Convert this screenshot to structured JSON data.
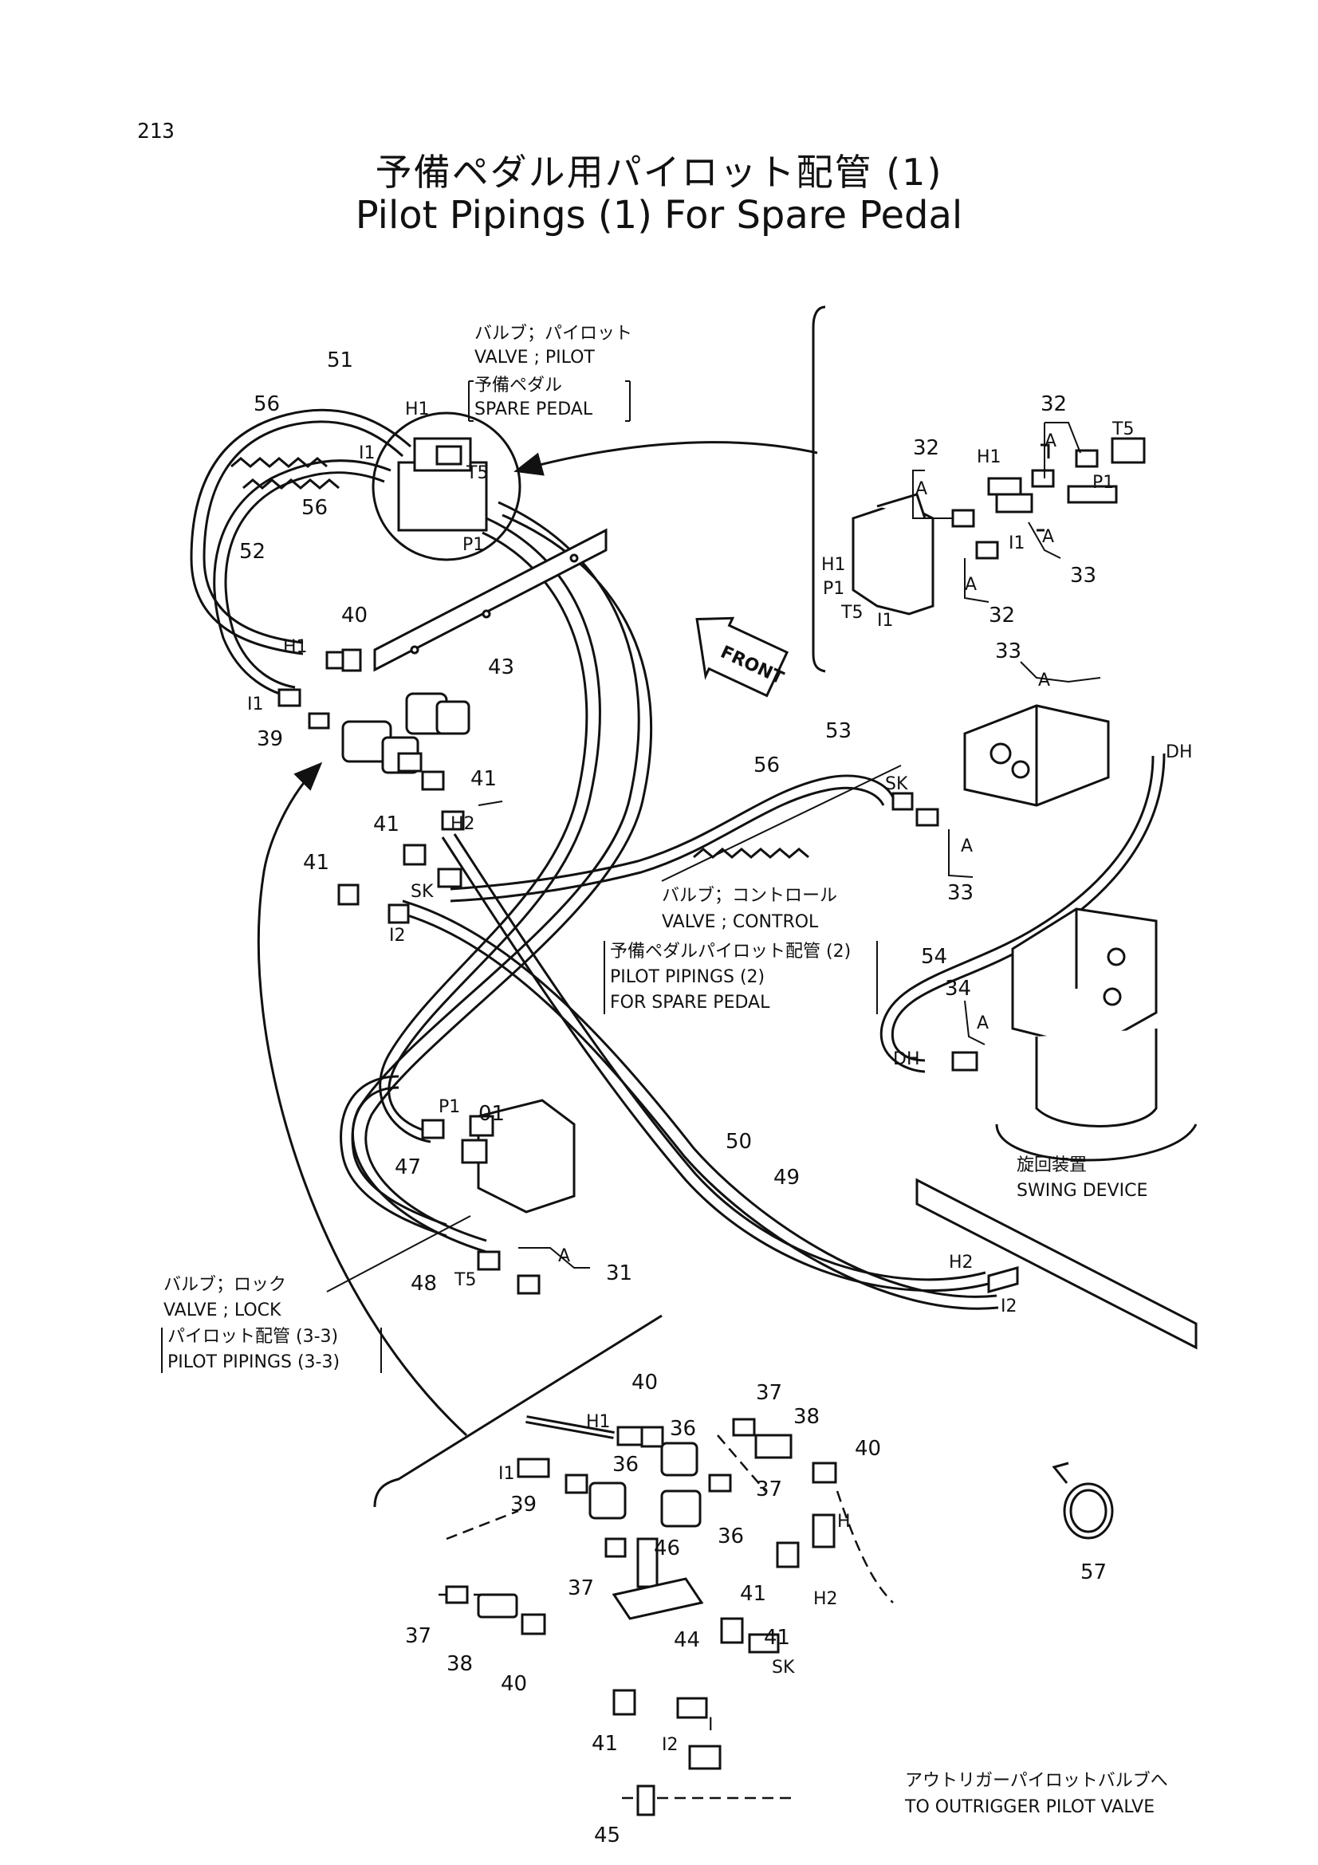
{
  "page_number": "213",
  "title_jp": "予備ペダル用パイロット配管 (1)",
  "title_en": "Pilot Pipings (1) For Spare Pedal",
  "front_label": "FRONT",
  "callouts": {
    "pilot_valve": [
      "バルブ；パイロット",
      "VALVE ; PILOT",
      "予備ペダル",
      "SPARE PEDAL"
    ],
    "control_valve": [
      "バルブ；コントロール",
      "VALVE ; CONTROL",
      "予備ペダルパイロット配管 (2)",
      "PILOT PIPINGS (2)",
      "FOR SPARE PEDAL"
    ],
    "lock_valve": [
      "バルブ；ロック",
      "VALVE ; LOCK",
      "パイロット配管 (3-3)",
      "PILOT PIPINGS (3-3)"
    ],
    "swing_device": [
      "旋回装置",
      "SWING DEVICE"
    ],
    "outrigger": [
      "アウトリガーパイロットバルブへ",
      "TO OUTRIGGER PILOT VALVE"
    ]
  },
  "part_numbers": [
    "31",
    "32",
    "33",
    "34",
    "36",
    "37",
    "38",
    "39",
    "40",
    "41",
    "43",
    "44",
    "45",
    "46",
    "47",
    "48",
    "49",
    "50",
    "51",
    "52",
    "53",
    "54",
    "56",
    "57",
    "01"
  ],
  "port_labels": [
    "H1",
    "I1",
    "T5",
    "P1",
    "H2",
    "I2",
    "SK",
    "DH",
    "A",
    "H",
    "I"
  ]
}
